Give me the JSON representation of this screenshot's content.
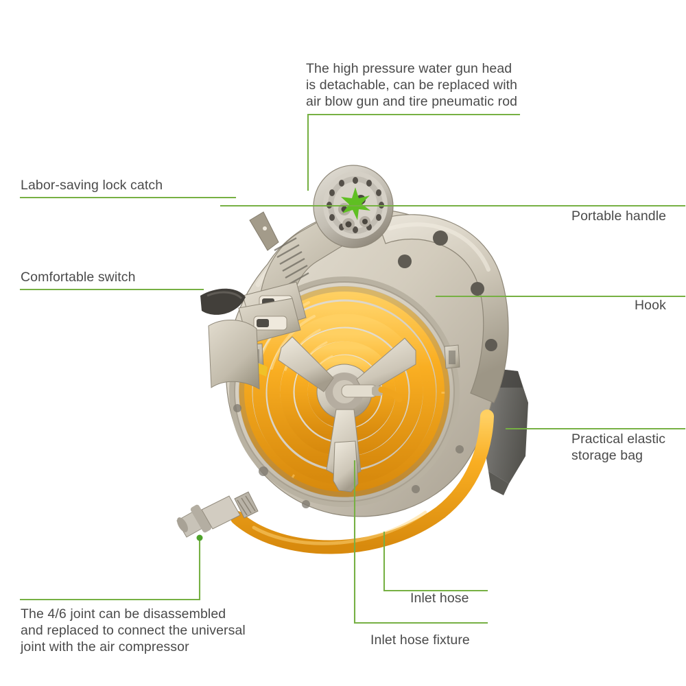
{
  "page": {
    "type": "product-annotation-diagram",
    "subject": "retractable garden hose reel with high pressure water gun",
    "background_color": "#ffffff",
    "accent_color": "#76b043",
    "text_color": "#4a4a4a"
  },
  "callouts": [
    {
      "id": "gun-head",
      "label": "The high pressure water gun head\nis detachable, can be replaced with\nair blow gun and tire pneumatic rod",
      "side": "top",
      "marker": "green-sparkle"
    },
    {
      "id": "lock-catch",
      "label": "Labor-saving lock catch",
      "side": "left",
      "marker": "none"
    },
    {
      "id": "comfortable-switch",
      "label": "Comfortable switch",
      "side": "left",
      "marker": "none"
    },
    {
      "id": "portable-handle",
      "label": "Portable handle",
      "side": "right",
      "marker": "none"
    },
    {
      "id": "hook",
      "label": "Hook",
      "side": "right",
      "marker": "none"
    },
    {
      "id": "storage-bag",
      "label": "Practical elastic\nstorage bag",
      "side": "right",
      "marker": "none"
    },
    {
      "id": "inlet-hose",
      "label": "Inlet hose",
      "side": "bottom",
      "marker": "none"
    },
    {
      "id": "inlet-hose-fixture",
      "label": "Inlet hose fixture",
      "side": "bottom",
      "marker": "none"
    },
    {
      "id": "four-six-joint",
      "label": "The 4/6 joint can be disassembled\nand replaced to connect the universal\njoint with the air compressor",
      "side": "bottom-left",
      "marker": "green-dot"
    }
  ],
  "product_colors": {
    "housing_light": "#d8d2c4",
    "housing_mid": "#bdb6a6",
    "housing_shadow": "#9c9486",
    "hose_orange": "#f7a822",
    "hose_orange_light": "#ffc košice",
    "trigger_dark": "#4d4a45",
    "bag_dark": "#6e6d69",
    "nozzle_grey": "#c9c5bc",
    "collar_yellow": "#f2c42c"
  }
}
